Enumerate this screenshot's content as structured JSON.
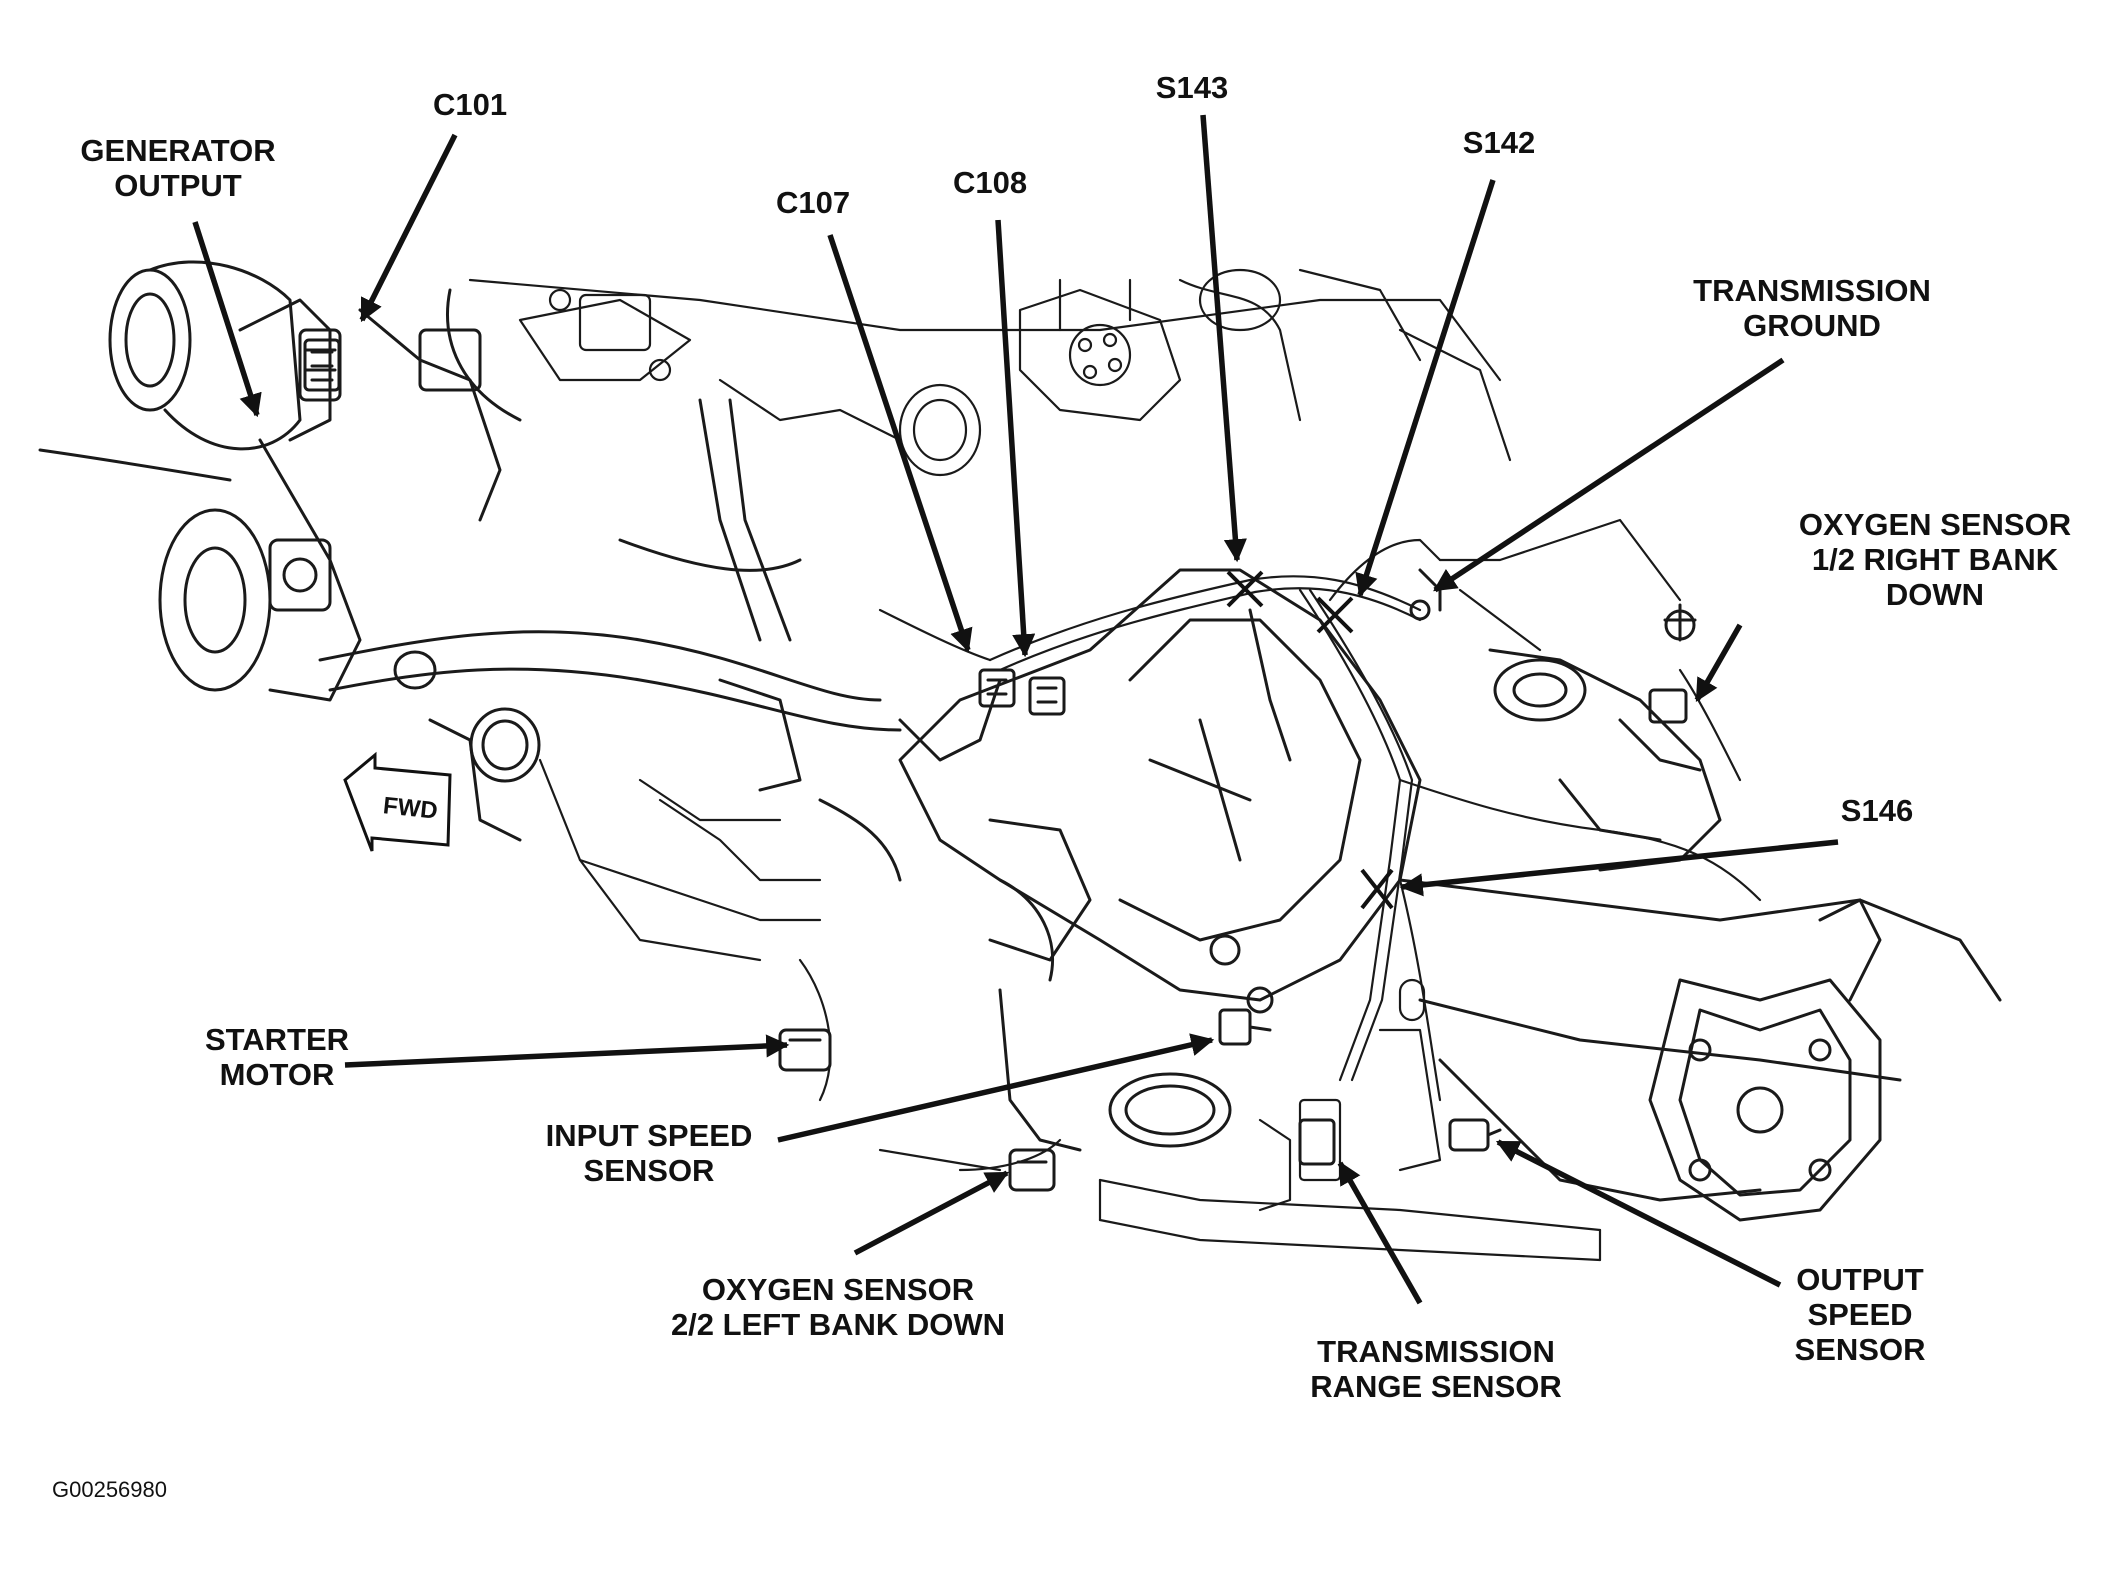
{
  "labels": {
    "generator_output": [
      "GENERATOR",
      "OUTPUT"
    ],
    "c101": "C101",
    "c107": "C107",
    "c108": "C108",
    "s143": "S143",
    "s142": "S142",
    "transmission_ground": [
      "TRANSMISSION",
      "GROUND"
    ],
    "oxygen_sensor_right": [
      "OXYGEN SENSOR",
      "1/2 RIGHT BANK",
      "DOWN"
    ],
    "s146": "S146",
    "starter_motor": [
      "STARTER",
      "MOTOR"
    ],
    "input_speed_sensor": [
      "INPUT SPEED",
      "SENSOR"
    ],
    "oxygen_sensor_left": [
      "OXYGEN SENSOR",
      "2/2 LEFT BANK DOWN"
    ],
    "transmission_range_sensor": [
      "TRANSMISSION",
      "RANGE SENSOR"
    ],
    "output_speed_sensor": [
      "OUTPUT",
      "SPEED",
      "SENSOR"
    ],
    "fwd": "FWD"
  },
  "figure_code": "G00256980"
}
